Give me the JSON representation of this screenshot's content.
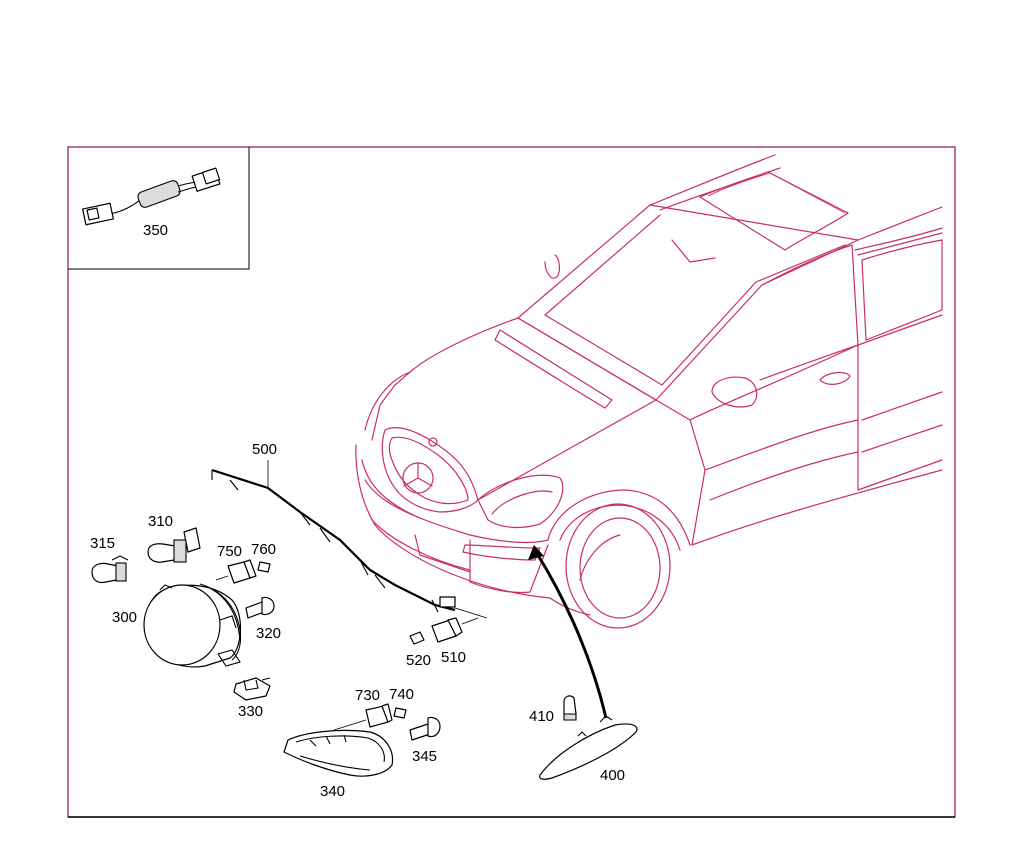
{
  "diagram": {
    "part_numbers": {
      "p350": "350",
      "p500": "500",
      "p310": "310",
      "p315": "315",
      "p750": "750",
      "p760": "760",
      "p300": "300",
      "p320": "320",
      "p520": "520",
      "p510": "510",
      "p330": "330",
      "p730": "730",
      "p740": "740",
      "p410": "410",
      "p345": "345",
      "p400": "400",
      "p340": "340"
    },
    "colors": {
      "frame": "#8b1a3a",
      "vehicle_outline": "#c8325a",
      "parts": "#000000",
      "background": "#ffffff"
    }
  }
}
